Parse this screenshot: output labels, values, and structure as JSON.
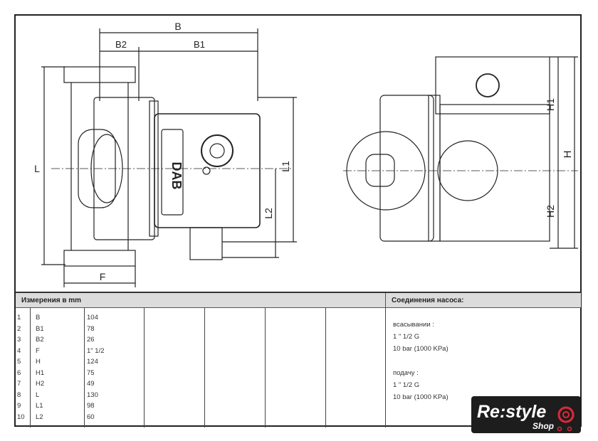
{
  "drawing": {
    "labels": {
      "B": "B",
      "B1": "B1",
      "B2": "B2",
      "L": "L",
      "L1": "L1",
      "L2": "L2",
      "F": "F",
      "H": "H",
      "H1": "H1",
      "H2": "H2"
    },
    "brand": "DAB"
  },
  "table": {
    "header_left": "Измерения в  mm",
    "header_right": "Соединения насоса:",
    "rows": [
      {
        "n": "1",
        "name": "B",
        "value": "104"
      },
      {
        "n": "2",
        "name": "B1",
        "value": "78"
      },
      {
        "n": "3",
        "name": "B2",
        "value": "26"
      },
      {
        "n": "4",
        "name": "F",
        "value": "1\" 1/2"
      },
      {
        "n": "5",
        "name": "H",
        "value": "124"
      },
      {
        "n": "6",
        "name": "H1",
        "value": "75"
      },
      {
        "n": "7",
        "name": "H2",
        "value": "49"
      },
      {
        "n": "8",
        "name": "L",
        "value": "130"
      },
      {
        "n": "9",
        "name": "L1",
        "value": "98"
      },
      {
        "n": "10",
        "name": "L2",
        "value": "60"
      }
    ],
    "connections": {
      "suction_label": "всасывании :",
      "suction_size": "1 \" 1/2 G",
      "suction_pressure": "10 bar (1000 KPa)",
      "delivery_label": "подачу  :",
      "delivery_size": "1 \" 1/2 G",
      "delivery_pressure": "10 bar (1000 KPa)"
    }
  },
  "logo": {
    "text": "Re:style",
    "sub": "Shop",
    "accent": "#e0283a"
  }
}
